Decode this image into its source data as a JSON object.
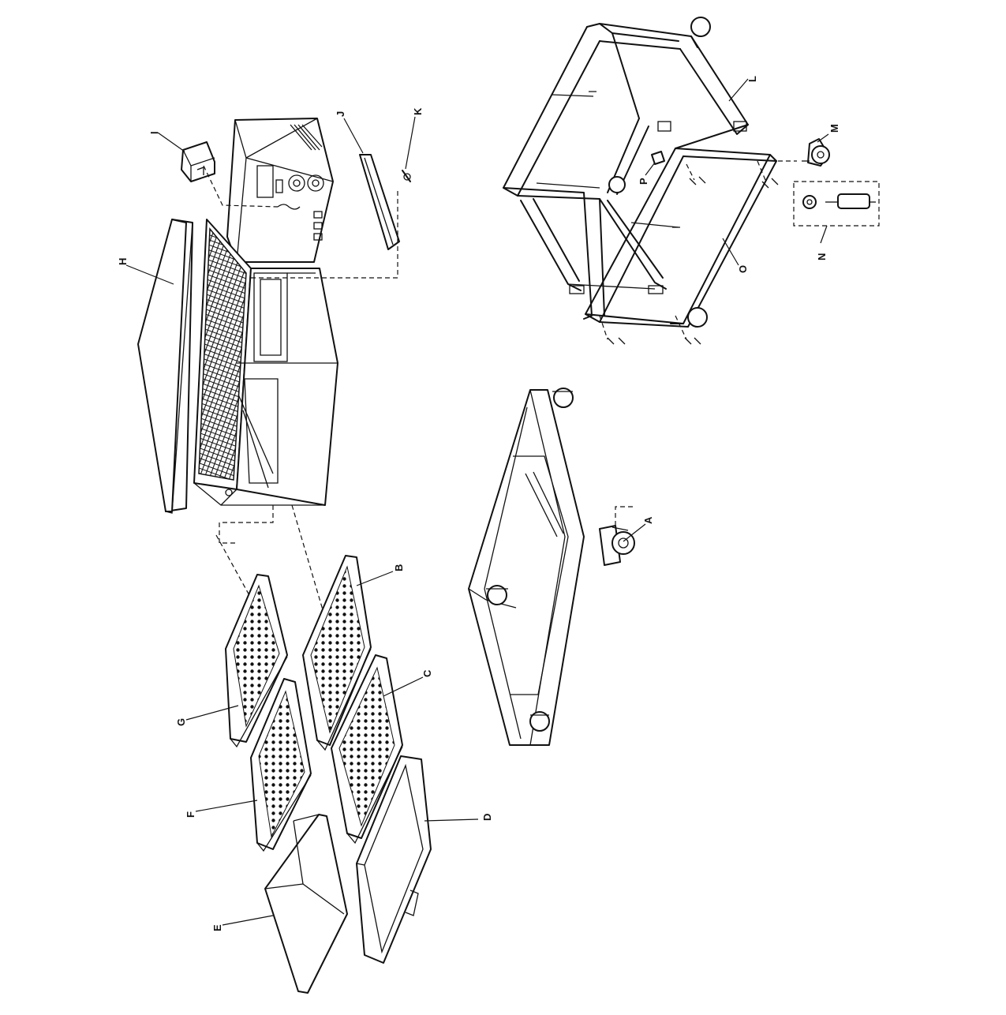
{
  "parts": [
    {
      "id": "A",
      "label": "A"
    },
    {
      "id": "B",
      "label": "B"
    },
    {
      "id": "C",
      "label": "C"
    },
    {
      "id": "D",
      "label": "D"
    },
    {
      "id": "E",
      "label": "E"
    },
    {
      "id": "F",
      "label": "F"
    },
    {
      "id": "G",
      "label": "G"
    },
    {
      "id": "H",
      "label": "H"
    },
    {
      "id": "I",
      "label": "I"
    },
    {
      "id": "J",
      "label": "J"
    },
    {
      "id": "K",
      "label": "K"
    },
    {
      "id": "L",
      "label": "L"
    },
    {
      "id": "M",
      "label": "M"
    },
    {
      "id": "N",
      "label": "N"
    },
    {
      "id": "O",
      "label": "O"
    },
    {
      "id": "P",
      "label": "P"
    }
  ]
}
